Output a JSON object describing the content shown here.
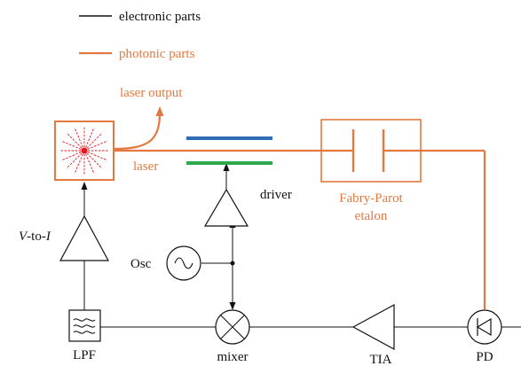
{
  "legend": {
    "electronic_label": "electronic parts",
    "photonic_label": "photonic parts"
  },
  "labels": {
    "laser_output": "laser output",
    "laser": "laser",
    "driver": "driver",
    "fabry_line1": "Fabry-Parot",
    "fabry_line2": "etalon",
    "v_to_i_v": "V",
    "v_to_i_mid": "-to-",
    "v_to_i_i": "I",
    "osc": "Osc",
    "lpf": "LPF",
    "mixer": "mixer",
    "tia": "TIA",
    "pd": "PD"
  },
  "colors": {
    "electronic": "#111111",
    "photonic": "#e4793f",
    "laser_star": "#e8141e",
    "top_electrode": "#2f6db5",
    "bottom_electrode": "#2da84a"
  }
}
